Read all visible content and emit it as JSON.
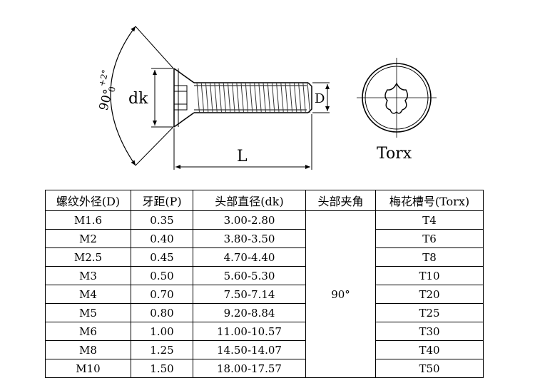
{
  "drawing": {
    "label_angle": "90°",
    "label_tolerance": "+2°",
    "label_tolerance_lower": "0",
    "label_dk": "dk",
    "label_d": "D",
    "label_l": "L",
    "label_torx": "Torx",
    "colors": {
      "line": "#000000",
      "thread": "#333333"
    }
  },
  "table": {
    "headers": [
      "螺纹外径(D)",
      "牙距(P)",
      "头部直径(dk)",
      "头部夹角",
      "梅花槽号(Torx)"
    ],
    "angle_value": "90°",
    "rows": [
      [
        "M1.6",
        "0.35",
        "3.00-2.80",
        "T4"
      ],
      [
        "M2",
        "0.40",
        "3.80-3.50",
        "T6"
      ],
      [
        "M2.5",
        "0.45",
        "4.70-4.40",
        "T8"
      ],
      [
        "M3",
        "0.50",
        "5.60-5.30",
        "T10"
      ],
      [
        "M4",
        "0.70",
        "7.50-7.14",
        "T20"
      ],
      [
        "M5",
        "0.80",
        "9.20-8.84",
        "T25"
      ],
      [
        "M6",
        "1.00",
        "11.00-10.57",
        "T30"
      ],
      [
        "M8",
        "1.25",
        "14.50-14.07",
        "T40"
      ],
      [
        "M10",
        "1.50",
        "18.00-17.57",
        "T50"
      ]
    ]
  }
}
